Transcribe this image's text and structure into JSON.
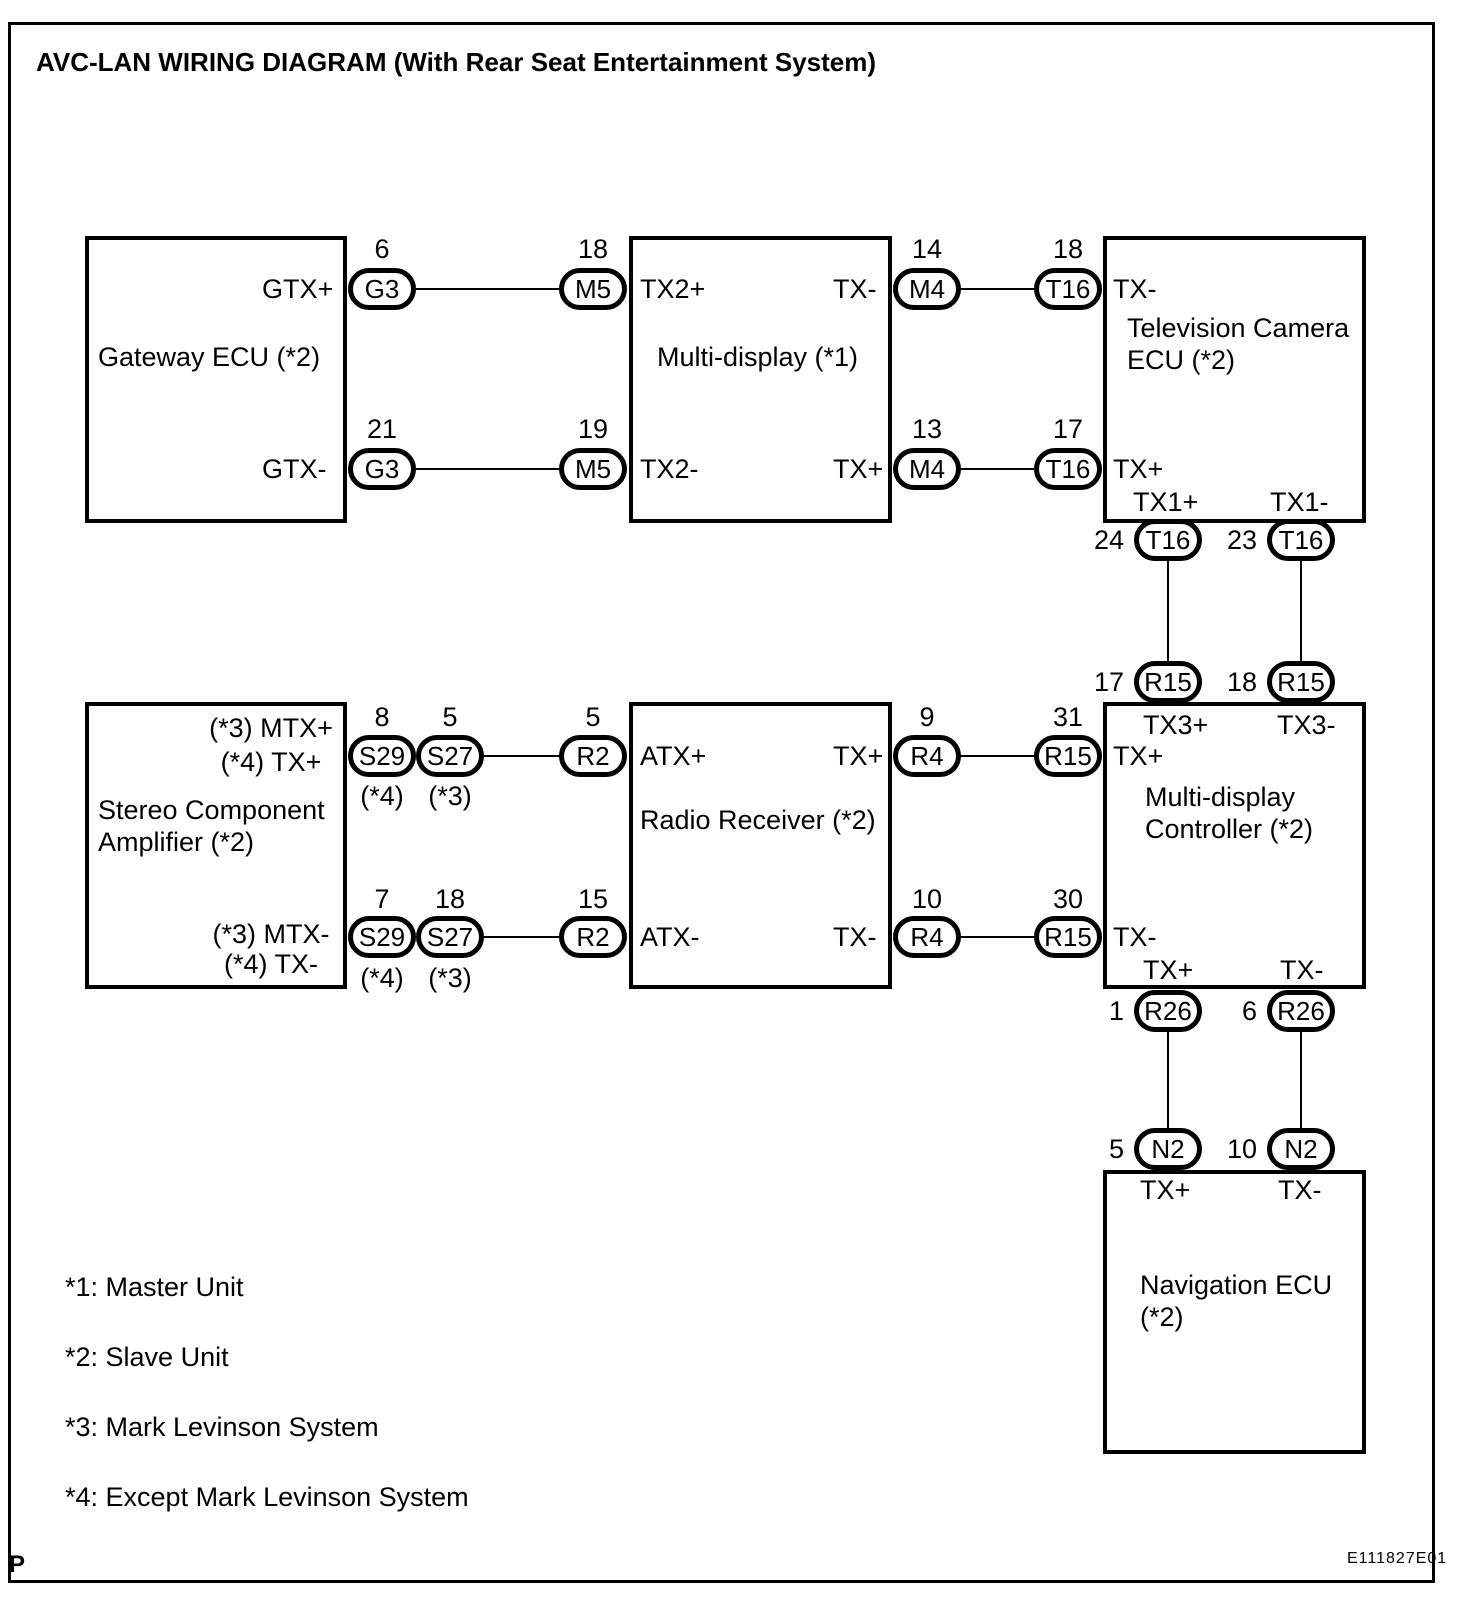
{
  "title": "AVC-LAN WIRING DIAGRAM (With Rear Seat Entertainment System)",
  "colors": {
    "line": "#000000",
    "background": "#ffffff"
  },
  "boxes": {
    "gateway": {
      "line1": "Gateway ECU (*2)"
    },
    "multi_display": {
      "line1": "Multi-display (*1)"
    },
    "tv_camera": {
      "line1": "Television Camera",
      "line2": "ECU (*2)"
    },
    "stereo_amp": {
      "line1": "Stereo Component",
      "line2": "Amplifier (*2)"
    },
    "radio": {
      "line1": "Radio Receiver (*2)"
    },
    "mdc": {
      "line1": "Multi-display",
      "line2": "Controller (*2)"
    },
    "nav": {
      "line1": "Navigation ECU",
      "line2": "(*2)"
    }
  },
  "ports": {
    "gateway_tx_plus": "GTX+",
    "gateway_tx_minus": "GTX-",
    "md_tx2_plus": "TX2+",
    "md_tx_minus": "TX-",
    "md_tx2_minus": "TX2-",
    "md_tx_plus": "TX+",
    "tv_tx_minus": "TX-",
    "tv_tx_plus": "TX+",
    "tv_tx1_plus": "TX1+",
    "tv_tx1_minus": "TX1-",
    "amp_r1_l1": "(*3) MTX+",
    "amp_r1_l2": "(*4) TX+",
    "amp_r2_l1": "(*3) MTX-",
    "amp_r2_l2": "(*4) TX-",
    "radio_atx_plus": "ATX+",
    "radio_tx_plus": "TX+",
    "radio_atx_minus": "ATX-",
    "radio_tx_minus": "TX-",
    "mdc_tx3_plus": "TX3+",
    "mdc_tx3_minus": "TX3-",
    "mdc_tx_plus": "TX+",
    "mdc_tx_minus": "TX-",
    "mdc_b_tx_plus": "TX+",
    "mdc_b_tx_minus": "TX-",
    "nav_tx_plus": "TX+",
    "nav_tx_minus": "TX-"
  },
  "connectors": {
    "g3_1": {
      "label": "G3",
      "pin": "6"
    },
    "g3_2": {
      "label": "G3",
      "pin": "21"
    },
    "m5_1": {
      "label": "M5",
      "pin": "18"
    },
    "m5_2": {
      "label": "M5",
      "pin": "19"
    },
    "m4_1": {
      "label": "M4",
      "pin": "14"
    },
    "m4_2": {
      "label": "M4",
      "pin": "13"
    },
    "t16_1": {
      "label": "T16",
      "pin": "18"
    },
    "t16_2": {
      "label": "T16",
      "pin": "17"
    },
    "t16_b1": {
      "label": "T16",
      "pin": "24"
    },
    "t16_b2": {
      "label": "T16",
      "pin": "23"
    },
    "r15_t1": {
      "label": "R15",
      "pin": "17"
    },
    "r15_t2": {
      "label": "R15",
      "pin": "18"
    },
    "s29_1": {
      "label": "S29",
      "pin": "8",
      "note": "(*4)"
    },
    "s27_1": {
      "label": "S27",
      "pin": "5",
      "note": "(*3)"
    },
    "s29_2": {
      "label": "S29",
      "pin": "7",
      "note": "(*4)"
    },
    "s27_2": {
      "label": "S27",
      "pin": "18",
      "note": "(*3)"
    },
    "r2_1": {
      "label": "R2",
      "pin": "5"
    },
    "r2_2": {
      "label": "R2",
      "pin": "15"
    },
    "r4_1": {
      "label": "R4",
      "pin": "9"
    },
    "r4_2": {
      "label": "R4",
      "pin": "10"
    },
    "r15_1": {
      "label": "R15",
      "pin": "31"
    },
    "r15_2": {
      "label": "R15",
      "pin": "30"
    },
    "r26_1": {
      "label": "R26",
      "pin": "1"
    },
    "r26_2": {
      "label": "R26",
      "pin": "6"
    },
    "n2_1": {
      "label": "N2",
      "pin": "5"
    },
    "n2_2": {
      "label": "N2",
      "pin": "10"
    }
  },
  "connections": [
    "G3-6 to M5-18",
    "G3-21 to M5-19",
    "M4-14 to T16-18",
    "M4-13 to T16-17",
    "T16-24 to R15-17",
    "T16-23 to R15-18",
    "S29-8/S27-5 to R2-5",
    "S29-7/S27-18 to R2-15",
    "R4-9 to R15-31",
    "R4-10 to R15-30",
    "R26-1 to N2-5",
    "R26-6 to N2-10"
  ],
  "legend": {
    "item1": "*1: Master Unit",
    "item2": "*2: Slave Unit",
    "item3": "*3: Mark Levinson System",
    "item4": "*4: Except Mark Levinson System"
  },
  "footer": {
    "page_marker": "P",
    "figure_id": "E111827E01"
  }
}
